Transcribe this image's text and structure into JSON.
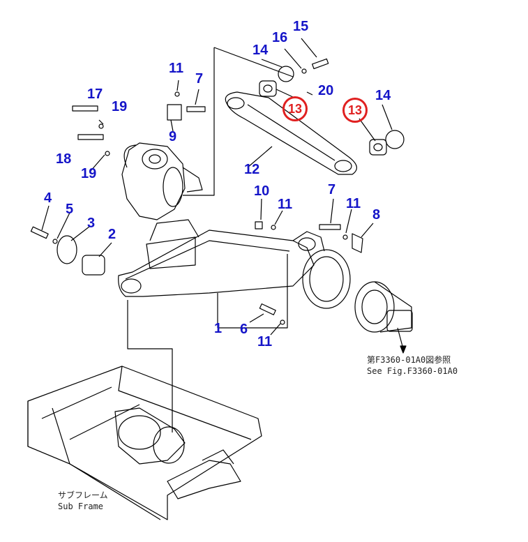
{
  "callouts": {
    "c1": "1",
    "c2": "2",
    "c3": "3",
    "c4": "4",
    "c5": "5",
    "c6": "6",
    "c7a": "7",
    "c7b": "7",
    "c8": "8",
    "c9": "9",
    "c10": "10",
    "c11a": "11",
    "c11b": "11",
    "c11c": "11",
    "c11d": "11",
    "c12": "12",
    "c13a": "13",
    "c13b": "13",
    "c14a": "14",
    "c14b": "14",
    "c15": "15",
    "c16": "16",
    "c17": "17",
    "c18": "18",
    "c19a": "19",
    "c19b": "19",
    "c20": "20"
  },
  "notes": {
    "ref_jp": "第F3360-01A0図参照",
    "ref_en": "See Fig.F3360-01A0",
    "subframe_jp": "サブフレーム",
    "subframe_en": "Sub Frame"
  },
  "colors": {
    "callout": "#1414c8",
    "highlight": "#e02020",
    "line": "#000000"
  }
}
